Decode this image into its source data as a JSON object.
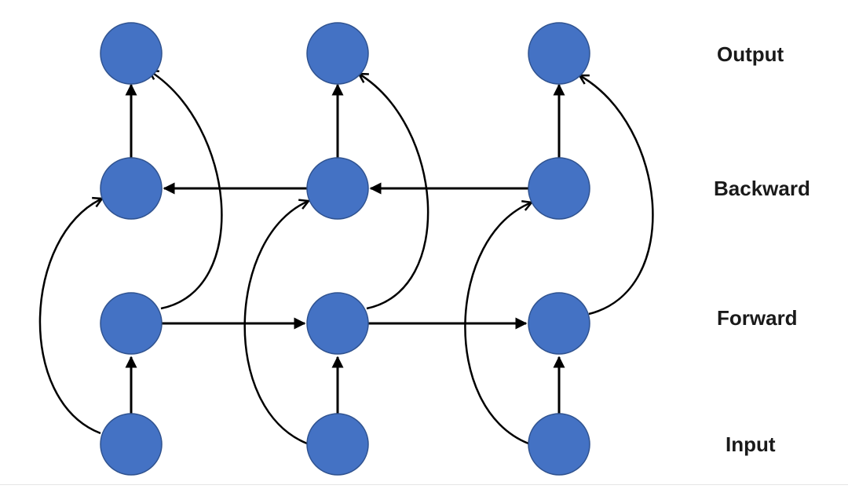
{
  "labels": {
    "output": "Output",
    "backward": "Backward",
    "forward": "Forward",
    "input": "Input"
  },
  "colors": {
    "node_fill": "#4472c4",
    "node_stroke": "#2f528f",
    "arrow": "#000000",
    "label_text": "#1a1a1a"
  },
  "nodes": [
    {
      "id": "output-1",
      "layer": "output",
      "step": 1
    },
    {
      "id": "output-2",
      "layer": "output",
      "step": 2
    },
    {
      "id": "output-3",
      "layer": "output",
      "step": 3
    },
    {
      "id": "backward-1",
      "layer": "backward",
      "step": 1
    },
    {
      "id": "backward-2",
      "layer": "backward",
      "step": 2
    },
    {
      "id": "backward-3",
      "layer": "backward",
      "step": 3
    },
    {
      "id": "forward-1",
      "layer": "forward",
      "step": 1
    },
    {
      "id": "forward-2",
      "layer": "forward",
      "step": 2
    },
    {
      "id": "forward-3",
      "layer": "forward",
      "step": 3
    },
    {
      "id": "input-1",
      "layer": "input",
      "step": 1
    },
    {
      "id": "input-2",
      "layer": "input",
      "step": 2
    },
    {
      "id": "input-3",
      "layer": "input",
      "step": 3
    }
  ],
  "edges": [
    {
      "from": "input-1",
      "to": "forward-1"
    },
    {
      "from": "input-2",
      "to": "forward-2"
    },
    {
      "from": "input-3",
      "to": "forward-3"
    },
    {
      "from": "backward-1",
      "to": "output-1"
    },
    {
      "from": "backward-2",
      "to": "output-2"
    },
    {
      "from": "backward-3",
      "to": "output-3"
    },
    {
      "from": "forward-1",
      "to": "forward-2"
    },
    {
      "from": "forward-2",
      "to": "forward-3"
    },
    {
      "from": "backward-3",
      "to": "backward-2"
    },
    {
      "from": "backward-2",
      "to": "backward-1"
    },
    {
      "from": "forward-1",
      "to": "output-1"
    },
    {
      "from": "forward-2",
      "to": "output-2"
    },
    {
      "from": "forward-3",
      "to": "output-3"
    },
    {
      "from": "input-1",
      "to": "backward-1"
    },
    {
      "from": "input-2",
      "to": "backward-2"
    },
    {
      "from": "input-3",
      "to": "backward-3"
    }
  ]
}
